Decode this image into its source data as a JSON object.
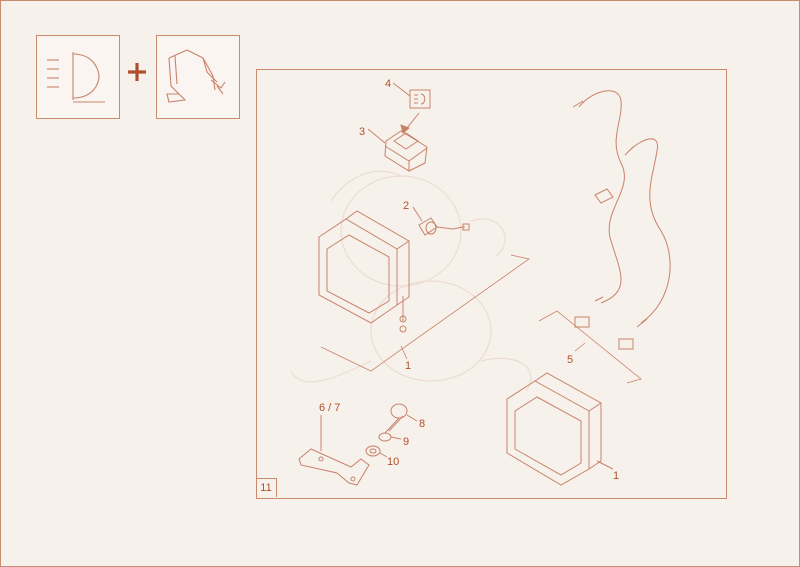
{
  "thumbnails": [
    {
      "name": "headlight-kit-thumbnail",
      "icon": "headlight-icon"
    },
    {
      "name": "loader-frame-thumbnail",
      "icon": "loader-frame-icon"
    }
  ],
  "plus_icon": "plus-icon",
  "sheet_number": "11",
  "callouts": {
    "c4": "4",
    "c3": "3",
    "c2": "2",
    "c1a": "1",
    "c5": "5",
    "c67": "6 / 7",
    "c8": "8",
    "c9": "9",
    "c10": "10",
    "c1b": "1"
  },
  "colors": {
    "line": "#c9826a",
    "text": "#b0502a",
    "background": "#f7f1ec"
  }
}
